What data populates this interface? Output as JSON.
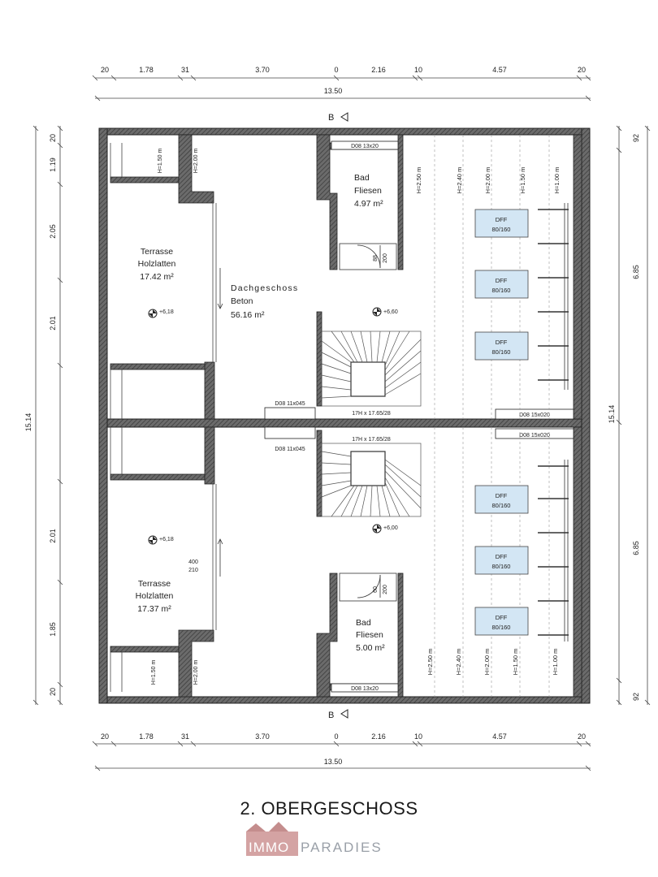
{
  "title": "2. OBERGESCHOSS",
  "logo": {
    "part1": "IMMO",
    "part2": "PARADIES"
  },
  "section_marker": "B",
  "dims_top": [
    "20",
    "1.78",
    "31",
    "3.70",
    "0",
    "2.16",
    "10",
    "4.57",
    "20"
  ],
  "dims_total": "13.50",
  "dims_left": [
    "20",
    "1.19",
    "2.05",
    "2.01",
    "2.01",
    "1.85",
    "20"
  ],
  "dims_left_total": "15.14",
  "dims_right": [
    "92",
    "6.85",
    "6.85",
    "92"
  ],
  "dims_right_total": "15.14",
  "rooms": {
    "terrace_top": {
      "name": "Terrasse",
      "material": "Holzlatten",
      "area": "17.42 m²",
      "level": "+6,18"
    },
    "terrace_bottom": {
      "name": "Terrasse",
      "material": "Holzlatten",
      "area": "17.37 m²",
      "level": "+6,18"
    },
    "attic": {
      "name": "Dachgeschoss",
      "material": "Beton",
      "area": "56.16 m²"
    },
    "bath_top": {
      "name": "Bad",
      "material": "Fliesen",
      "area": "4.97 m²"
    },
    "bath_bottom": {
      "name": "Bad",
      "material": "Fliesen",
      "area": "5.00 m²"
    }
  },
  "levels": {
    "hall_top": "+6,60",
    "hall_bottom": "+6,00"
  },
  "heights": [
    "H=2.50 m",
    "H=2.40 m",
    "H=2.00 m",
    "H=1.50 m",
    "H=1.00 m"
  ],
  "terrace_heights": {
    "low": "H=1.50 m",
    "high": "H=2.00 m"
  },
  "windows": {
    "label": "DFF",
    "size": "80/160"
  },
  "openings": {
    "d13": "D08 13x20",
    "d11": "D08 11x045",
    "d15": "D08 15x020",
    "stairs": "17H x 17.65/28",
    "door_h1": "88",
    "door_h2": "200",
    "door_b1": "60",
    "door_b2": "200",
    "wall_400": "400",
    "wall_210": "210"
  }
}
